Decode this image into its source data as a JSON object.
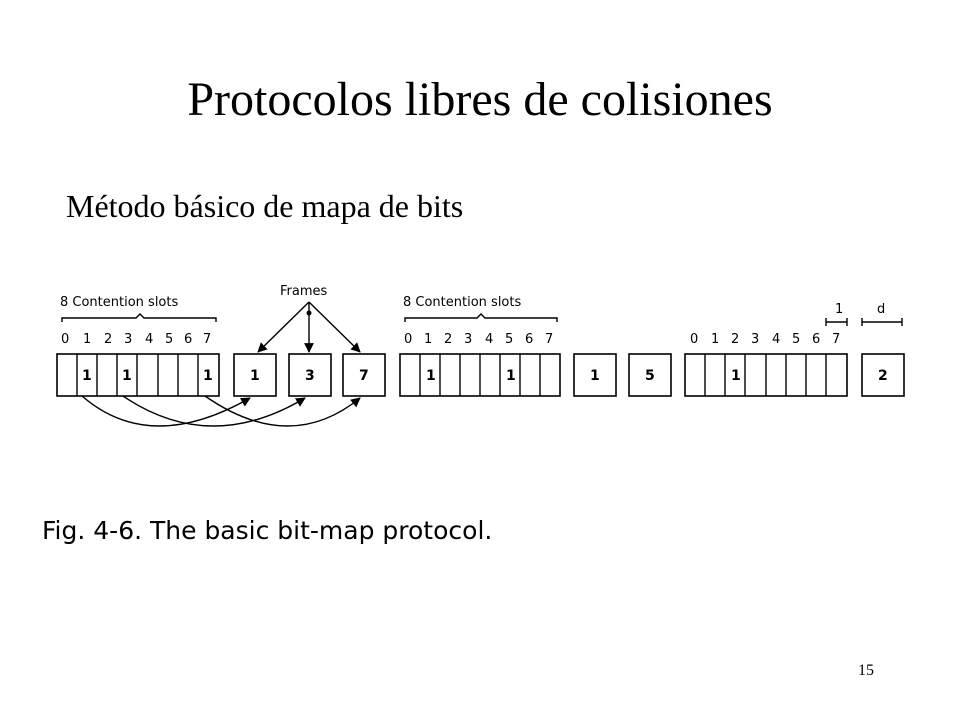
{
  "slide": {
    "title": "Protocolos libres de colisiones",
    "subtitle": "Método básico de mapa de bits",
    "page_number": "15"
  },
  "figure": {
    "caption": "Fig. 4-6. The basic bit-map protocol.",
    "frames_label": "Frames",
    "contention_label": "8 Contention slots",
    "slot_numbers": [
      "0",
      "1",
      "2",
      "3",
      "4",
      "5",
      "6",
      "7"
    ],
    "bit_label": "1",
    "frame_length_label": "d",
    "groups": [
      {
        "bits": [
          "",
          "1",
          "",
          "1",
          "",
          "",
          "",
          "1"
        ],
        "frames": [
          "1",
          "3",
          "7"
        ],
        "has_header": true
      },
      {
        "bits": [
          "",
          "1",
          "",
          "",
          "",
          "1",
          "",
          ""
        ],
        "frames": [
          "1",
          "5"
        ],
        "has_header": true
      },
      {
        "bits": [
          "",
          "",
          "1",
          "",
          "",
          "",
          "",
          ""
        ],
        "frames": [
          "2"
        ],
        "has_header": false
      }
    ]
  }
}
